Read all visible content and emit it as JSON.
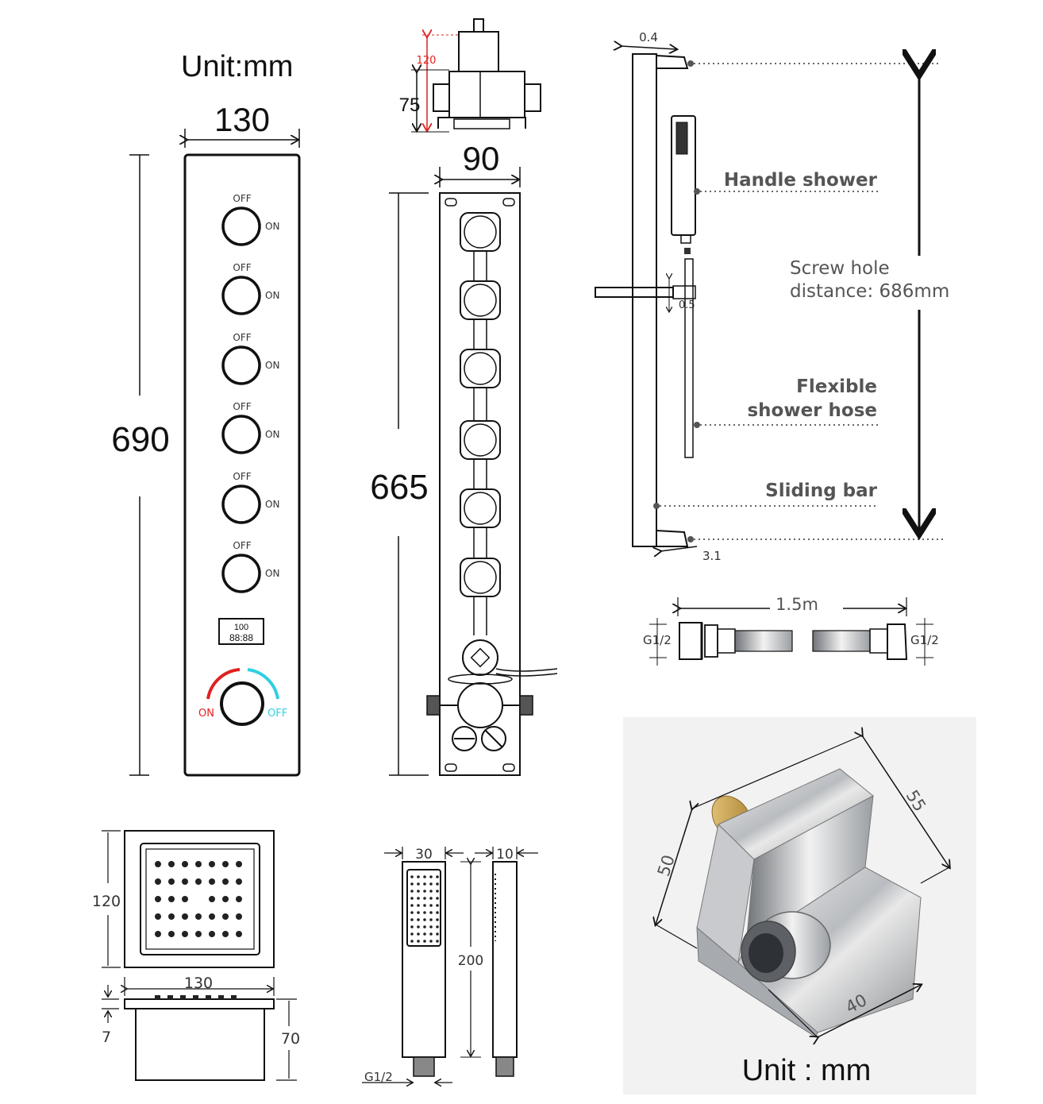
{
  "panel": {
    "unit_label": "Unit:mm",
    "width": "130",
    "height": "690",
    "valves": [
      {
        "off": "OFF",
        "on": "ON"
      },
      {
        "off": "OFF",
        "on": "ON"
      },
      {
        "off": "OFF",
        "on": "ON"
      },
      {
        "off": "OFF",
        "on": "ON"
      },
      {
        "off": "OFF",
        "on": "ON"
      },
      {
        "off": "OFF",
        "on": "ON"
      }
    ],
    "display_top": "100",
    "display_bottom": "88:88",
    "thermo_on": "ON",
    "thermo_off": "OFF",
    "colors": {
      "hot": "#e02020",
      "cold": "#30d0e0"
    }
  },
  "valve_body": {
    "depth_total": "120",
    "depth_body": "75",
    "width": "90",
    "height": "665",
    "colors": {
      "highlight": "#e02020"
    }
  },
  "slide_bar": {
    "top_dim": "0.4",
    "bracket_dim": "0.5",
    "bottom_dim": "3.1",
    "labels": {
      "handle_shower": "Handle shower",
      "screw_line1": "Screw hole",
      "screw_line2": "distance: 686mm",
      "hose_line1": "Flexible",
      "hose_line2": "shower hose",
      "sliding_bar": "Sliding bar"
    }
  },
  "hose": {
    "length": "1.5m",
    "thread_left": "G1/2",
    "thread_right": "G1/2"
  },
  "body_jet": {
    "height": "120",
    "width": "130",
    "plate": "7",
    "depth": "70"
  },
  "hand_shower": {
    "width": "30",
    "thickness": "10",
    "length": "200",
    "thread": "G1/2"
  },
  "elbow": {
    "dim_a": "55",
    "dim_b": "50",
    "dim_c": "40",
    "unit_label": "Unit : mm"
  }
}
